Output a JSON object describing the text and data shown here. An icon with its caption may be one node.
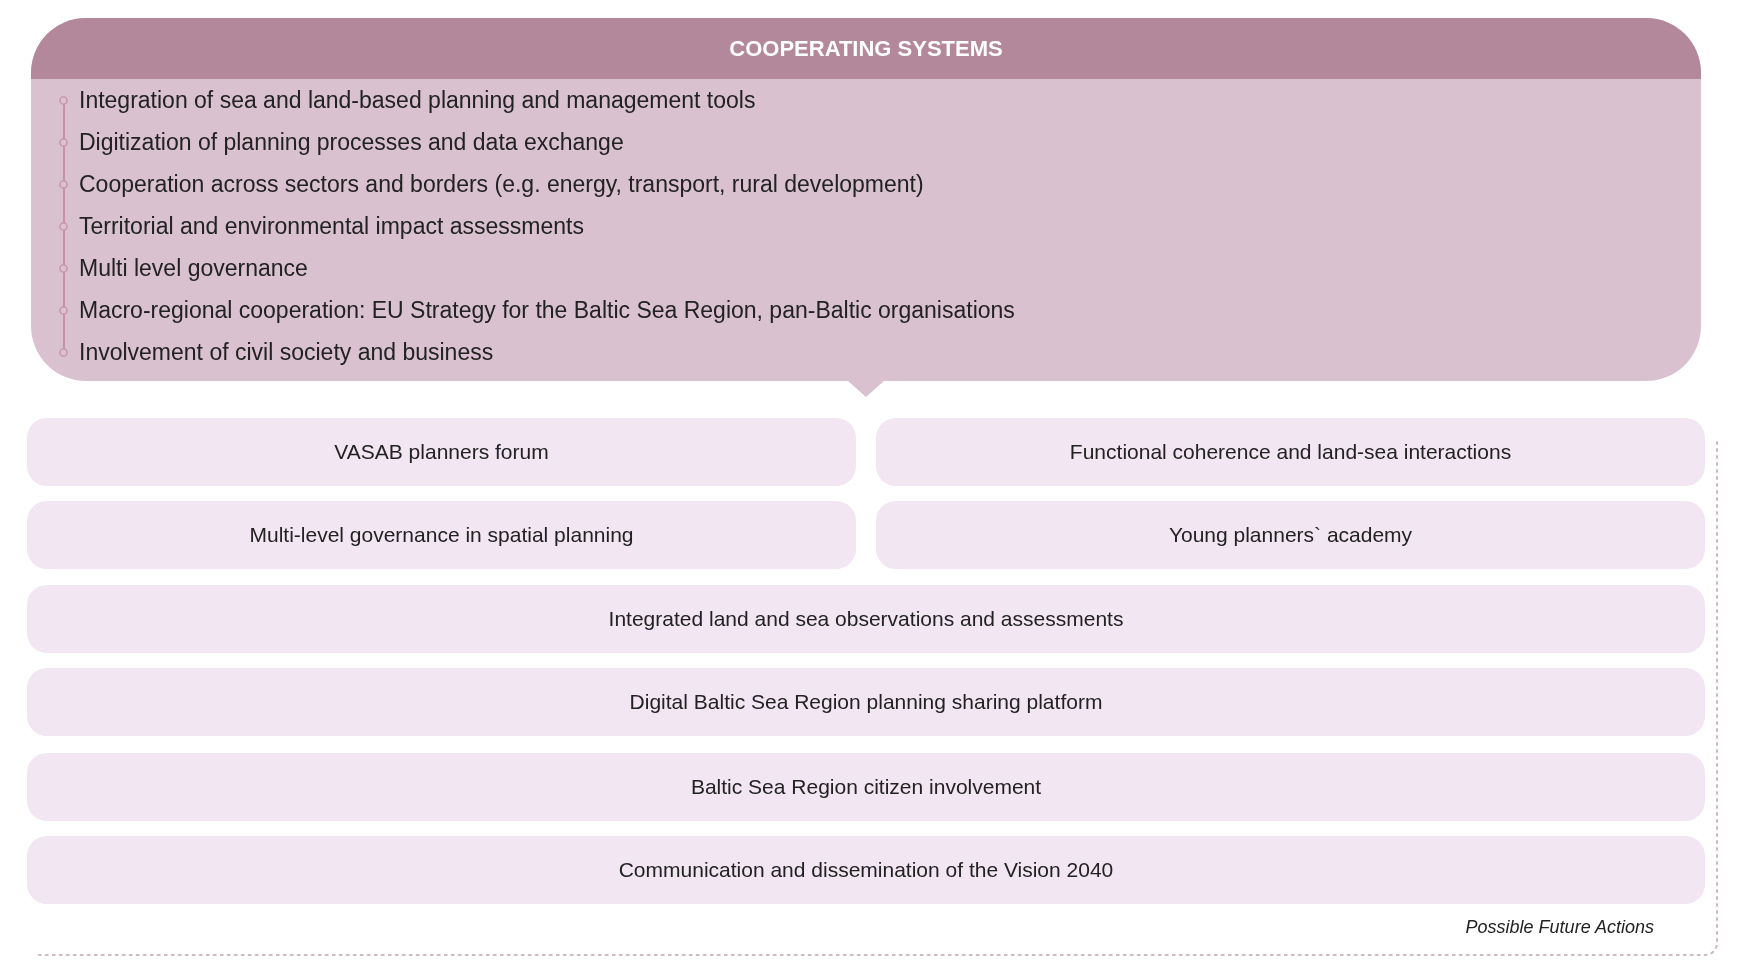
{
  "diagram": {
    "nodes": [
      {
        "text": [
          "COOPERATING SYSTEMS",
          "Integration of sea and land-based planning and management tools",
          "Digitization of planning processes and data exchange",
          "Cooperation across sectors and borders (e.g. energy, transport, rural development)",
          "Territorial and environmental impact assessments",
          "Multi level governance",
          "Macro-regional cooperation: EU Strategy for the Baltic Sea Region, pan-Baltic organisations",
          "Involvement of civil society and business"
        ]
      },
      {
        "text": [
          "Possible Future Actions"
        ]
      },
      {
        "text": [
          "VASAB planners forum"
        ],
        "in": 1
      },
      {
        "text": [
          "Functional coherence and land-sea interactions"
        ],
        "in": 1
      },
      {
        "text": [
          "Multi-level governance in spatial planning"
        ],
        "in": 1
      },
      {
        "text": [
          "Young planners` academy"
        ],
        "in": 1
      },
      {
        "text": [
          "Integrated land and sea observations and assessments"
        ],
        "in": 1
      },
      {
        "text": [
          "Digital Baltic Sea Region planning sharing platform"
        ],
        "in": 1
      },
      {
        "text": [
          "Baltic Sea Region citizen involvement"
        ],
        "in": 1
      },
      {
        "text": [
          "Communication and dissemination of the Vision 2040"
        ],
        "in": 1
      }
    ]
  }
}
